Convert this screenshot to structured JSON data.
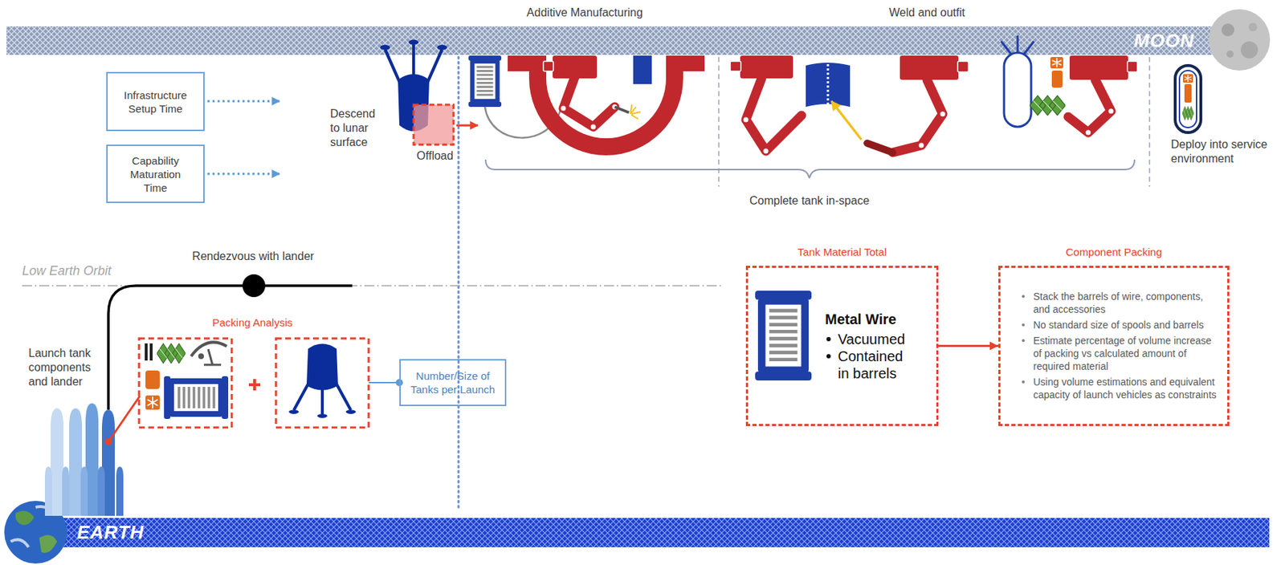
{
  "diagram": {
    "nodes": [
      {
        "text": [
          "Infrastructure Setup Time"
        ]
      },
      {
        "text": [
          "Capability Maturation Time"
        ]
      },
      {
        "text": [
          "Tank Material Total",
          "Metal Wire",
          "Vacuumed",
          "Contained in barrels"
        ]
      },
      {
        "text": [
          "Component Packing",
          "Stack the barrels of wire, components, and accessories",
          "No standard size of spools and barrels",
          "Estimate percentage of volume increase of packing vs calculated amount of required material",
          "Using volume estimations and equivalent capacity of launch vehicles as constraints"
        ]
      },
      {
        "text": [
          "Number/Size of Tanks per Launch"
        ]
      }
    ],
    "edges": [
      {
        "from": 2,
        "to": 3,
        "arrow": "to"
      }
    ],
    "labels": [
      "Additive Manufacturing",
      "Weld and outfit",
      "MOON",
      "Descend to lunar surface",
      "Offload",
      "Deploy into service environment",
      "Complete tank in-space",
      "Rendezvous with lander",
      "Low Earth Orbit",
      "Packing Analysis",
      "Launch tank components and lander",
      "EARTH"
    ]
  }
}
